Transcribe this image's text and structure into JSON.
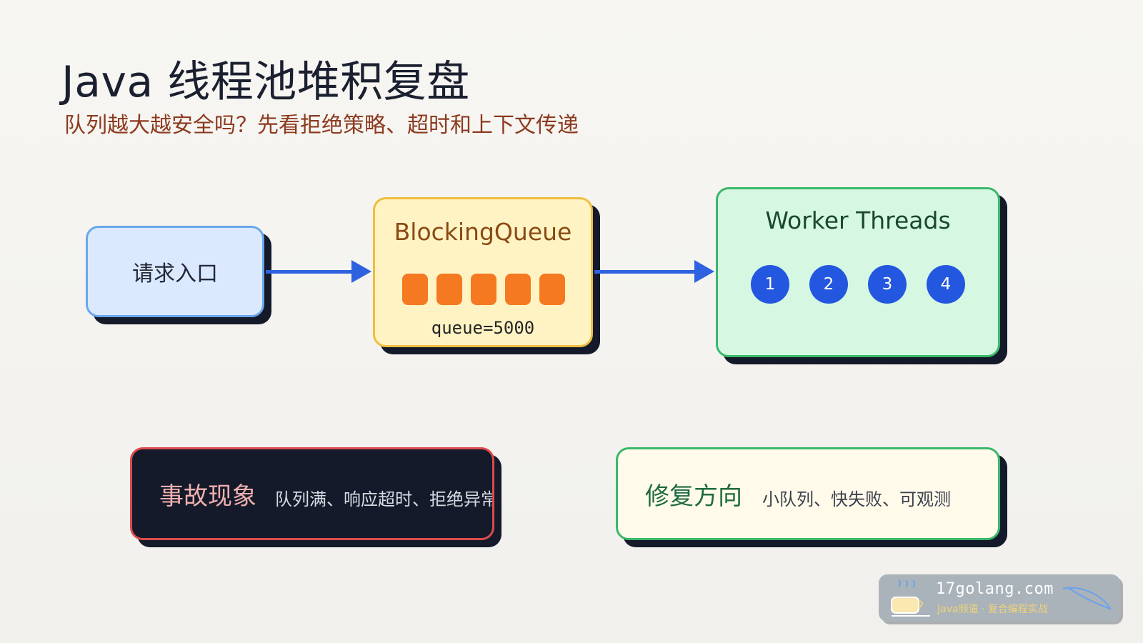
{
  "header": {
    "title": "Java 线程池堆积复盘",
    "subtitle": "队列越大越安全吗？先看拒绝策略、超时和上下文传递"
  },
  "flow": {
    "entry": {
      "label": "请求入口"
    },
    "queue": {
      "title": "BlockingQueue",
      "caption": "queue=5000",
      "visible_items": 5
    },
    "workers": {
      "title": "Worker Threads",
      "threads": [
        "1",
        "2",
        "3",
        "4"
      ]
    }
  },
  "panels": {
    "incident": {
      "title": "事故现象",
      "desc": "队列满、响应超时、拒绝异常"
    },
    "fix": {
      "title": "修复方向",
      "desc": "小队列、快失败、可观测"
    }
  },
  "watermark": {
    "domain": "17golang.com",
    "tagline": "Java频道 · 复合编程实战"
  },
  "colors": {
    "arrow": "#2e62df",
    "queue_item": "#f47920",
    "worker": "#2457e0",
    "incident_border": "#dd4b4b",
    "fix_border": "#3ab86b"
  }
}
